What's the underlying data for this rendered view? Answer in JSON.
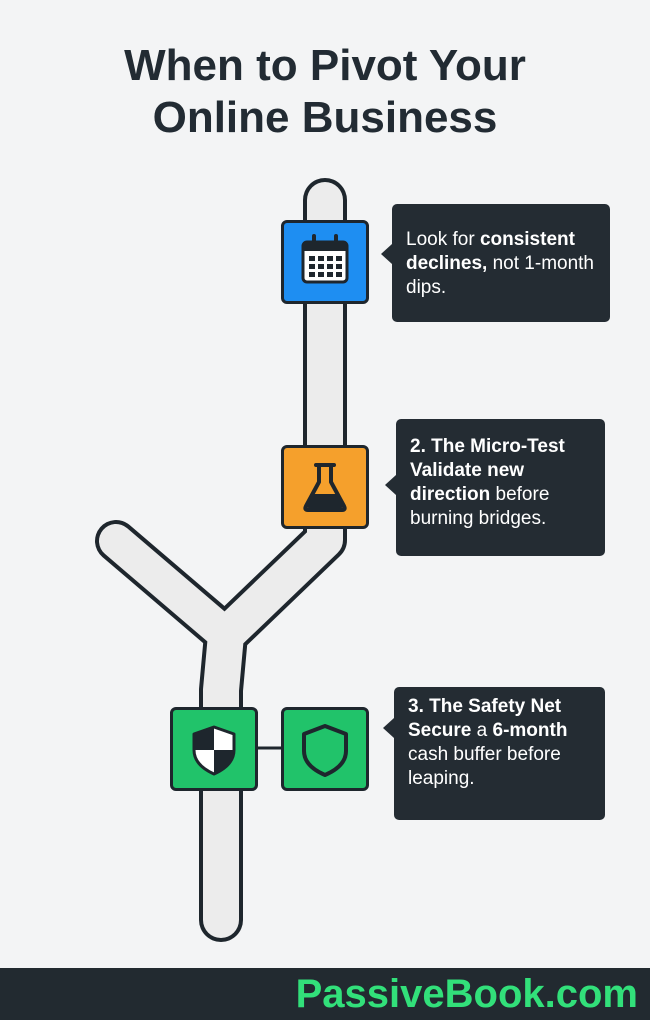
{
  "title": {
    "line1": "When to Pivot Your",
    "line2": "Online Business"
  },
  "steps": [
    {
      "icon": "calendar-icon",
      "color": "#1e8ef2",
      "heading": "",
      "parts": [
        {
          "text": "Look for ",
          "bold": false
        },
        {
          "text": "consistent declines,",
          "bold": true
        },
        {
          "text": " not 1-month dips.",
          "bold": false
        }
      ]
    },
    {
      "icon": "flask-icon",
      "color": "#f5a02c",
      "heading": "2. The Micro-Test",
      "parts": [
        {
          "text": "Validate new direction",
          "bold": true
        },
        {
          "text": " before burning bridges.",
          "bold": false
        }
      ]
    },
    {
      "icon": "shield-icon",
      "color": "#21c36a",
      "heading": "3. The Safety Net",
      "parts": [
        {
          "text": "Secure",
          "bold": true
        },
        {
          "text": " a ",
          "bold": false
        },
        {
          "text": "6-month",
          "bold": true
        },
        {
          "text": " cash buffer before leaping.",
          "bold": false
        }
      ]
    }
  ],
  "extra_icon": {
    "icon": "half-shield-icon",
    "color": "#21c36a"
  },
  "footer": {
    "brand": "PassiveBook.com",
    "brand_color": "#32e07a"
  }
}
